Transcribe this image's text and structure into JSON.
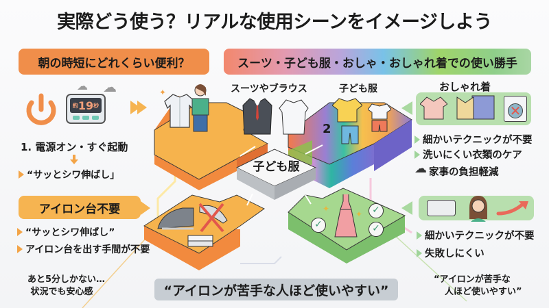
{
  "title": "実際どう使う？リアルな使用シーンをイメージしよう",
  "headers": {
    "morning": "朝の時短にどれくらい便利？",
    "usability": "スーツ・子ども服・おしゃ・おしゃれ着での使い勝手",
    "no_board": "アイロン台不要"
  },
  "colors": {
    "orange": "#f08e4a",
    "amber": "#f6b451",
    "green": "#9fd49a",
    "gray_box": "#c7cdd3"
  },
  "morning_section": {
    "timer_prefix": "約",
    "timer_value": "19",
    "timer_suffix": "秒",
    "step": "1. 電源オン・すぐ起動",
    "result": "“サッとシワ伸ばし」"
  },
  "no_board_section": {
    "bullets": [
      "“サッとシワ伸ばし”",
      "アイロン台を出す手間が不要"
    ],
    "note_line1": "あと5分しかない…",
    "note_line2": "状況でも安心感"
  },
  "center": {
    "suits_label": "スーツやブラウス",
    "kids_label": "子ども服",
    "step_number": "2",
    "center_tile": "子ども服"
  },
  "fashion_section": {
    "label": "おしゃれ着",
    "bullets": [
      "細かいテクニックが不要",
      "洗いにくい衣類のケア"
    ],
    "extra": "家事の負担軽減"
  },
  "easy_section": {
    "bullets": [
      "細かいテクニックが不要",
      "失敗しにくい"
    ],
    "quote_line1": "“アイロンが苦手な",
    "quote_line2": "人ほど使いやすい”"
  },
  "bottom_quote": "“アイロンが苦手な人ほど使いやすい”",
  "icons": [
    "power-icon",
    "timer-icon",
    "steam-icon",
    "shirt-icon",
    "suit-icon",
    "blouse-icon",
    "tshirt-icon",
    "shorts-icon",
    "iron-icon",
    "ironing-board-icon",
    "dress-icon",
    "check-icon",
    "washing-machine-icon",
    "cloud-steam-icon",
    "trend-up-arrow-icon",
    "sparkle-icon"
  ]
}
